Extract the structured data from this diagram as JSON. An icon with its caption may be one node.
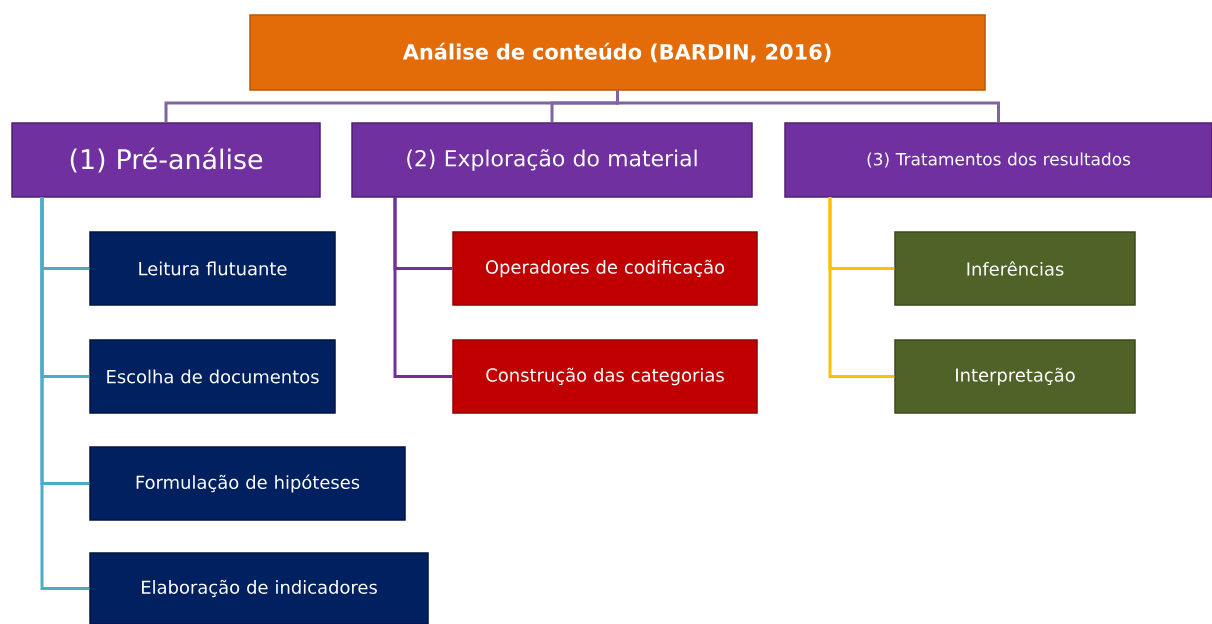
{
  "diagram": {
    "nodes": [
      {
        "text": [
          "Análise de conteúdo (BARDIN, 2016)"
        ]
      },
      {
        "text": [
          "(1) Pré-análise"
        ]
      },
      {
        "text": [
          "(2) Exploração do material"
        ]
      },
      {
        "text": [
          "(3) Tratamentos dos resultados"
        ]
      },
      {
        "text": [
          "Leitura flutuante"
        ]
      },
      {
        "text": [
          "Escolha de documentos"
        ]
      },
      {
        "text": [
          "Formulação de hipóteses"
        ]
      },
      {
        "text": [
          "Elaboração de indicadores"
        ]
      },
      {
        "text": [
          "Operadores de codificação"
        ]
      },
      {
        "text": [
          "Construção das categorias"
        ]
      },
      {
        "text": [
          "Inferências"
        ]
      },
      {
        "text": [
          "Interpretação"
        ]
      }
    ],
    "edges": [
      {
        "from": 0,
        "to": 1,
        "arrow": "none",
        "color": "#8064a2"
      },
      {
        "from": 0,
        "to": 2,
        "arrow": "none",
        "color": "#8064a2"
      },
      {
        "from": 0,
        "to": 3,
        "arrow": "none",
        "color": "#8064a2"
      },
      {
        "from": 1,
        "to": 4,
        "arrow": "none",
        "color": "#4bacc6"
      },
      {
        "from": 1,
        "to": 5,
        "arrow": "none",
        "color": "#4bacc6"
      },
      {
        "from": 1,
        "to": 6,
        "arrow": "none",
        "color": "#4bacc6"
      },
      {
        "from": 1,
        "to": 7,
        "arrow": "none",
        "color": "#4bacc6"
      },
      {
        "from": 2,
        "to": 8,
        "arrow": "none",
        "color": "#7030a0"
      },
      {
        "from": 2,
        "to": 9,
        "arrow": "none",
        "color": "#7030a0"
      },
      {
        "from": 3,
        "to": 10,
        "arrow": "none",
        "color": "#ffc000"
      },
      {
        "from": 3,
        "to": 11,
        "arrow": "none",
        "color": "#ffc000"
      }
    ]
  }
}
